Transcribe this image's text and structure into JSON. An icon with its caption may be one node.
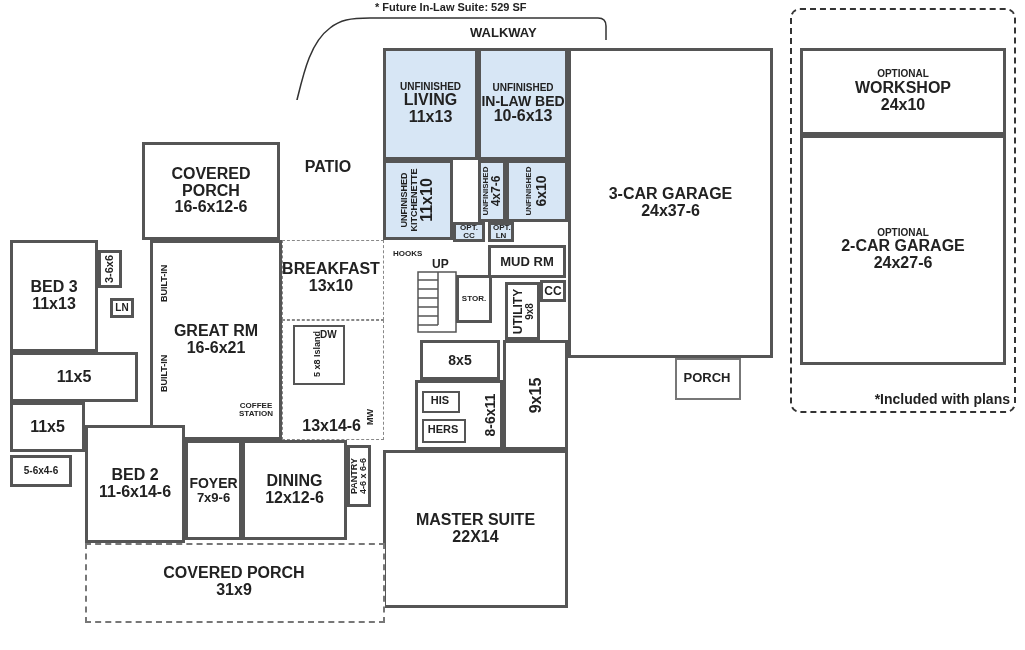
{
  "diagram": {
    "nodes": [
      {
        "text": [
          "COVERED PORCH",
          "16-6x12-6"
        ]
      },
      {
        "text": [
          "PATIO"
        ]
      },
      {
        "text": [
          "UNFINISHED",
          "LIVING",
          "11x13"
        ]
      },
      {
        "text": [
          "UNFINISHED",
          "IN-LAW BED",
          "10-6x13"
        ]
      },
      {
        "text": [
          "UNFINISHED KITCHENETTE",
          "11x10"
        ]
      },
      {
        "text": [
          "UNFINISHED",
          "4x7-6"
        ]
      },
      {
        "text": [
          "UNFINISHED",
          "6x10"
        ]
      },
      {
        "text": [
          "OPT. CC"
        ]
      },
      {
        "text": [
          "OPT. LN"
        ]
      },
      {
        "text": [
          "3-CAR GARAGE",
          "24x37-6"
        ]
      },
      {
        "text": [
          "*Included with plans"
        ]
      },
      {
        "text": [
          "OPTIONAL",
          "WORKSHOP",
          "24x10"
        ],
        "in": 10
      },
      {
        "text": [
          "OPTIONAL",
          "2-CAR GARAGE",
          "24x27-6"
        ],
        "in": 10
      },
      {
        "text": [
          "BED 3",
          "11x13"
        ]
      },
      {
        "text": [
          "3-6x6"
        ]
      },
      {
        "text": [
          "LN"
        ]
      },
      {
        "text": [
          "GREAT RM",
          "16-6x21"
        ]
      },
      {
        "text": [
          "BREAKFAST",
          "13x10"
        ]
      },
      {
        "text": [
          "MUD RM"
        ]
      },
      {
        "text": [
          "STOR."
        ]
      },
      {
        "text": [
          "CC"
        ]
      },
      {
        "text": [
          "UTILITY",
          "9x8"
        ]
      },
      {
        "text": [
          "8x5"
        ]
      },
      {
        "text": [
          "13x14-6"
        ]
      },
      {
        "text": [
          "5 x8 Island"
        ],
        "in": 23
      },
      {
        "text": [
          "11x5"
        ]
      },
      {
        "text": [
          "11x5"
        ]
      },
      {
        "text": [
          "8-6x11"
        ]
      },
      {
        "text": [
          "HIS"
        ],
        "in": 27
      },
      {
        "text": [
          "HERS"
        ],
        "in": 27
      },
      {
        "text": [
          "9x15"
        ]
      },
      {
        "text": [
          "5-6x4-6"
        ]
      },
      {
        "text": [
          "BED 2",
          "11-6x14-6"
        ]
      },
      {
        "text": [
          "FOYER",
          "7x9-6"
        ]
      },
      {
        "text": [
          "DINING",
          "12x12-6"
        ]
      },
      {
        "text": [
          "PANTRY",
          "4-6 x 6-6"
        ]
      },
      {
        "text": [
          "MASTER SUITE",
          "22X14"
        ]
      },
      {
        "text": [
          "PORCH"
        ]
      },
      {
        "text": [
          "COVERED PORCH",
          "31x9"
        ]
      }
    ],
    "labels": [
      "* Future In-Law Suite: 529 SF",
      "WALKWAY",
      "HOOKS",
      "UP",
      "BUILT-IN",
      "BUILT-IN",
      "DW",
      "COFFEE STATION",
      "MW"
    ]
  }
}
